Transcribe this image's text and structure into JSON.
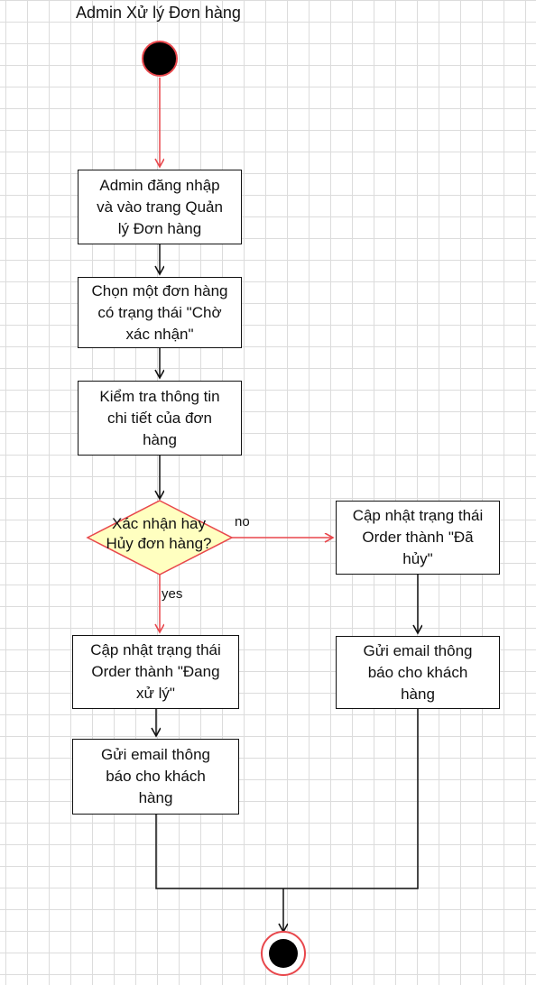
{
  "title": "Admin Xử lý Đơn hàng",
  "nodes": {
    "login": "Admin đăng nhập\nvà vào trang Quản\nlý Đơn hàng",
    "select_order": "Chọn một đơn hàng\ncó trạng thái \"Chờ\nxác nhận\"",
    "check_details": "Kiểm tra thông tin\nchi tiết của đơn\nhàng",
    "decision": "Xác nhận hay\nHủy đơn hàng?",
    "update_cancelled": "Cập nhật trạng thái\nOrder thành \"Đã\nhủy\"",
    "update_processing": "Cập nhật trạng thái\nOrder thành \"Đang\nxử lý\"",
    "email_left": "Gửi email thông\nbáo cho khách\nhàng",
    "email_right": "Gửi email thông\nbáo cho khách\nhàng"
  },
  "edges": {
    "no_label": "no",
    "yes_label": "yes"
  },
  "colors": {
    "highlight": "#e8474c",
    "decision_fill": "#ffffc0",
    "node_stroke": "#111111"
  }
}
